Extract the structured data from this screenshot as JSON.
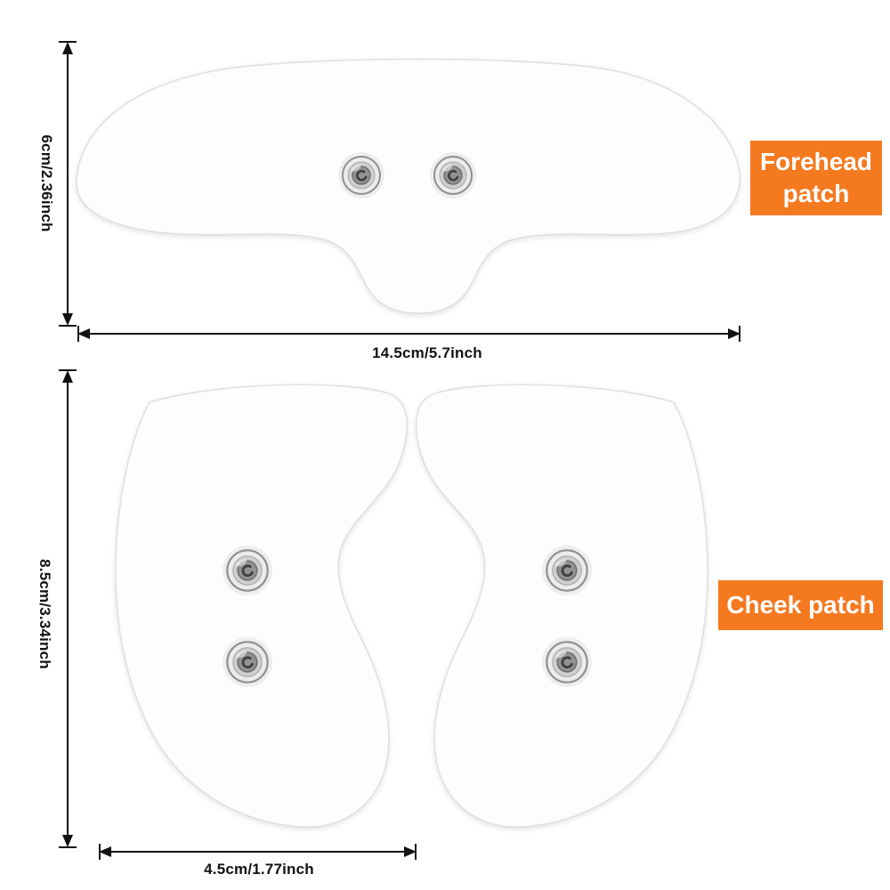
{
  "annotations": {
    "forehead": {
      "label": "Forehead patch",
      "height": "6cm/2.36inch",
      "width": "14.5cm/5.7inch"
    },
    "cheek": {
      "label": "Cheek patch",
      "height": "8.5cm/3.34inch",
      "width": "4.5cm/1.77inch"
    }
  },
  "colors": {
    "accent_orange": "#f5791f",
    "line_color": "#121212",
    "patch_fill": "#fdfdfd",
    "patch_stroke": "#e0e0e0"
  }
}
